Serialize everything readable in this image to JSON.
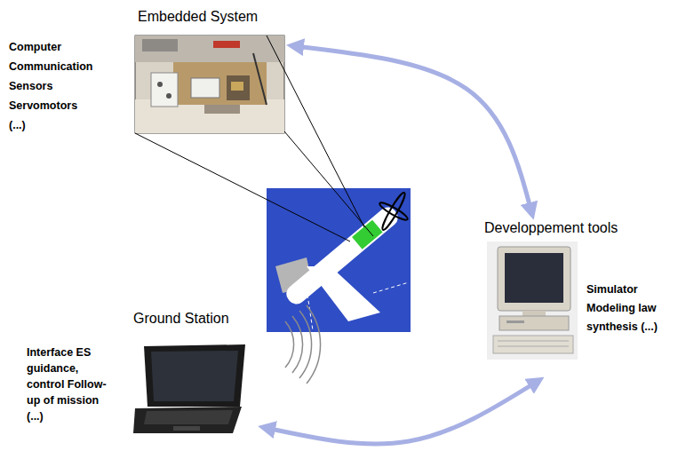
{
  "diagram": {
    "nodes": [
      {
        "text": [
          "Embedded System",
          "Computer Communication Sensors Servomotors (...)"
        ]
      },
      {
        "text": [
          "Developpement tools",
          "Simulator Modeling law synthesis (...)"
        ]
      },
      {
        "text": [
          "Ground Station",
          "Interface ES guidance, control Follow-up of mission (...)"
        ]
      }
    ],
    "edges": [
      {
        "from": 0,
        "to": 1,
        "arrow": "both"
      },
      {
        "from": 1,
        "to": 2,
        "arrow": "both"
      }
    ]
  }
}
